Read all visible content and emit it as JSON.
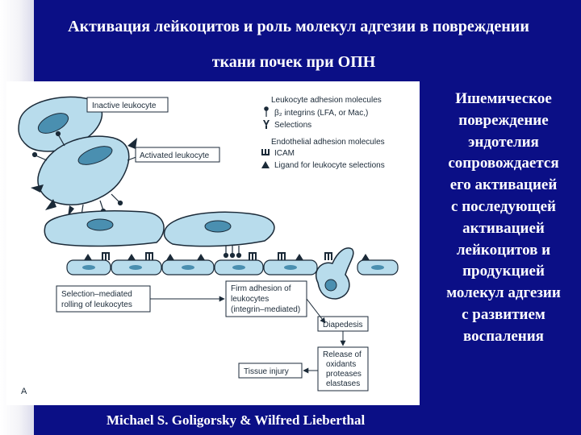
{
  "slide": {
    "title_line1": "Активация лейкоцитов и роль молекул адгезии в повреждении",
    "title_line2": "ткани почек при ОПН",
    "caption": "Michael S. Goligorsky & Wilfred Lieberthal",
    "side_text": [
      "Ишемическое",
      "повреждение",
      "эндотелия",
      "сопровождается",
      "его активацией",
      "с последующей",
      "активацией",
      "лейкоцитов и",
      "продукцией",
      "молекул адгезии",
      "с развитием",
      "воспаления"
    ]
  },
  "colors": {
    "background": "#0b0f86",
    "cell_fill": "#b8dcec",
    "nucleus_fill": "#4a8fb0",
    "ink": "#1b2a38"
  },
  "diagram": {
    "label_inactive": "Inactive leukocyte",
    "label_activated": "Activated leukocyte",
    "legend": {
      "leukocyte_header": "Leukocyte adhesion molecules",
      "beta2": "β₂ integrins (LFA, or Mac,)",
      "selections1": "Selections",
      "endothelial_header": "Endothelial adhesion molecules",
      "icam": "ICAM",
      "ligand": "Ligand for leukocyte selections"
    },
    "box_selection": [
      "Selection–mediated",
      "rolling of leukocytes"
    ],
    "box_firm": [
      "Firm adhesion of",
      "leukocytes",
      "(integrin–mediated)"
    ],
    "box_diapedesis": "Diapedesis",
    "box_release": [
      "Release of",
      "oxidants",
      "proteases",
      "elastases"
    ],
    "box_tissue": "Tissue injury",
    "panel_letter": "A"
  }
}
